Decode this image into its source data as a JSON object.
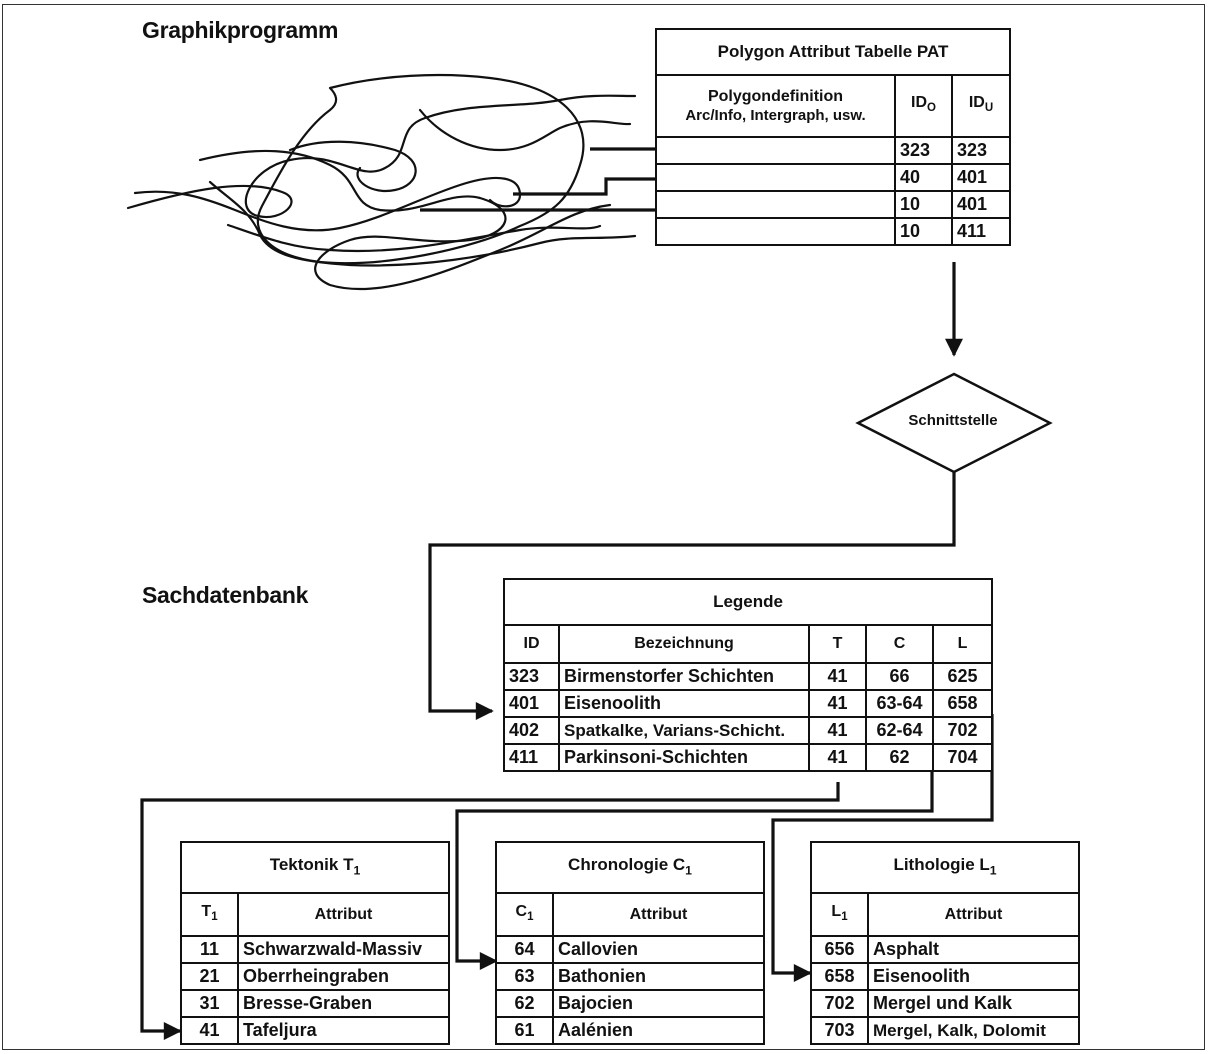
{
  "headings": {
    "graphik": "Graphikprogramm",
    "sachdaten": "Sachdatenbank"
  },
  "pat": {
    "title": "Polygon Attribut Tabelle PAT",
    "col_def_line1": "Polygondefinition",
    "col_def_line2": "Arc/Info, Intergraph, usw.",
    "col_ido": "ID",
    "col_ido_sub": "O",
    "col_idu": "ID",
    "col_idu_sub": "U",
    "rows": [
      {
        "ido": "323",
        "idu": "323"
      },
      {
        "ido": "40",
        "idu": "401"
      },
      {
        "ido": "10",
        "idu": "401"
      },
      {
        "ido": "10",
        "idu": "411"
      }
    ]
  },
  "interface": {
    "label": "Schnittstelle"
  },
  "legende": {
    "title": "Legende",
    "headers": [
      "ID",
      "Bezeichnung",
      "T",
      "C",
      "L"
    ],
    "rows": [
      {
        "id": "323",
        "name": "Birmenstorfer Schichten",
        "t": "41",
        "c": "66",
        "l": "625"
      },
      {
        "id": "401",
        "name": "Eisenoolith",
        "t": "41",
        "c": "63-64",
        "l": "658"
      },
      {
        "id": "402",
        "name": "Spatkalke, Varians-Schicht.",
        "t": "41",
        "c": "62-64",
        "l": "702"
      },
      {
        "id": "411",
        "name": "Parkinsoni-Schichten",
        "t": "41",
        "c": "62",
        "l": "704"
      }
    ]
  },
  "tektonik": {
    "title": "Tektonik T",
    "title_sub": "1",
    "col_key": "T",
    "col_key_sub": "1",
    "col_attr": "Attribut",
    "rows": [
      {
        "key": "11",
        "attr": "Schwarzwald-Massiv"
      },
      {
        "key": "21",
        "attr": "Oberrheingraben"
      },
      {
        "key": "31",
        "attr": "Bresse-Graben"
      },
      {
        "key": "41",
        "attr": "Tafeljura"
      }
    ]
  },
  "chronologie": {
    "title": "Chronologie C",
    "title_sub": "1",
    "col_key": "C",
    "col_key_sub": "1",
    "col_attr": "Attribut",
    "rows": [
      {
        "key": "64",
        "attr": "Callovien"
      },
      {
        "key": "63",
        "attr": "Bathonien"
      },
      {
        "key": "62",
        "attr": "Bajocien"
      },
      {
        "key": "61",
        "attr": "Aalénien"
      }
    ]
  },
  "lithologie": {
    "title": "Lithologie L",
    "title_sub": "1",
    "col_key": "L",
    "col_key_sub": "1",
    "col_attr": "Attribut",
    "rows": [
      {
        "key": "656",
        "attr": "Asphalt"
      },
      {
        "key": "658",
        "attr": "Eisenoolith"
      },
      {
        "key": "702",
        "attr": "Mergel und Kalk"
      },
      {
        "key": "703",
        "attr": "Mergel, Kalk, Dolomit"
      }
    ]
  }
}
